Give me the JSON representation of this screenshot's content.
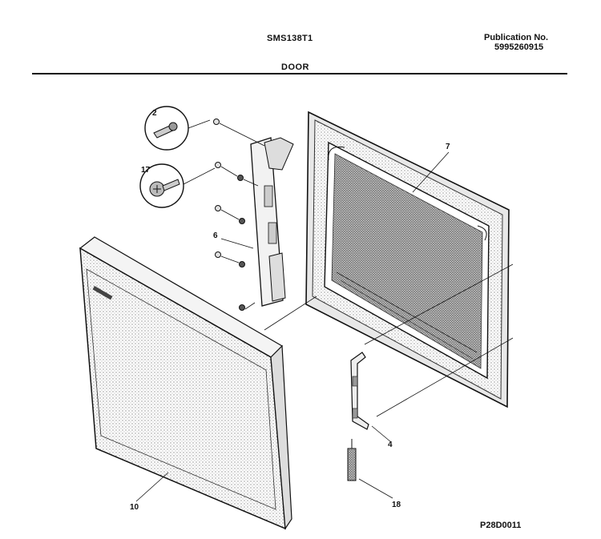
{
  "header": {
    "model": "SMS138T1",
    "publication_label": "Publication No.",
    "publication_number": "5995260915",
    "section_title": "DOOR"
  },
  "callouts": {
    "screw_2": "2",
    "screw_17": "17",
    "frame_7": "7",
    "hinge_bracket_6": "6",
    "latch_hook_4": "4",
    "door_panel_10": "10",
    "spring_18": "18"
  },
  "footer": {
    "drawing_code": "P28D0011"
  }
}
